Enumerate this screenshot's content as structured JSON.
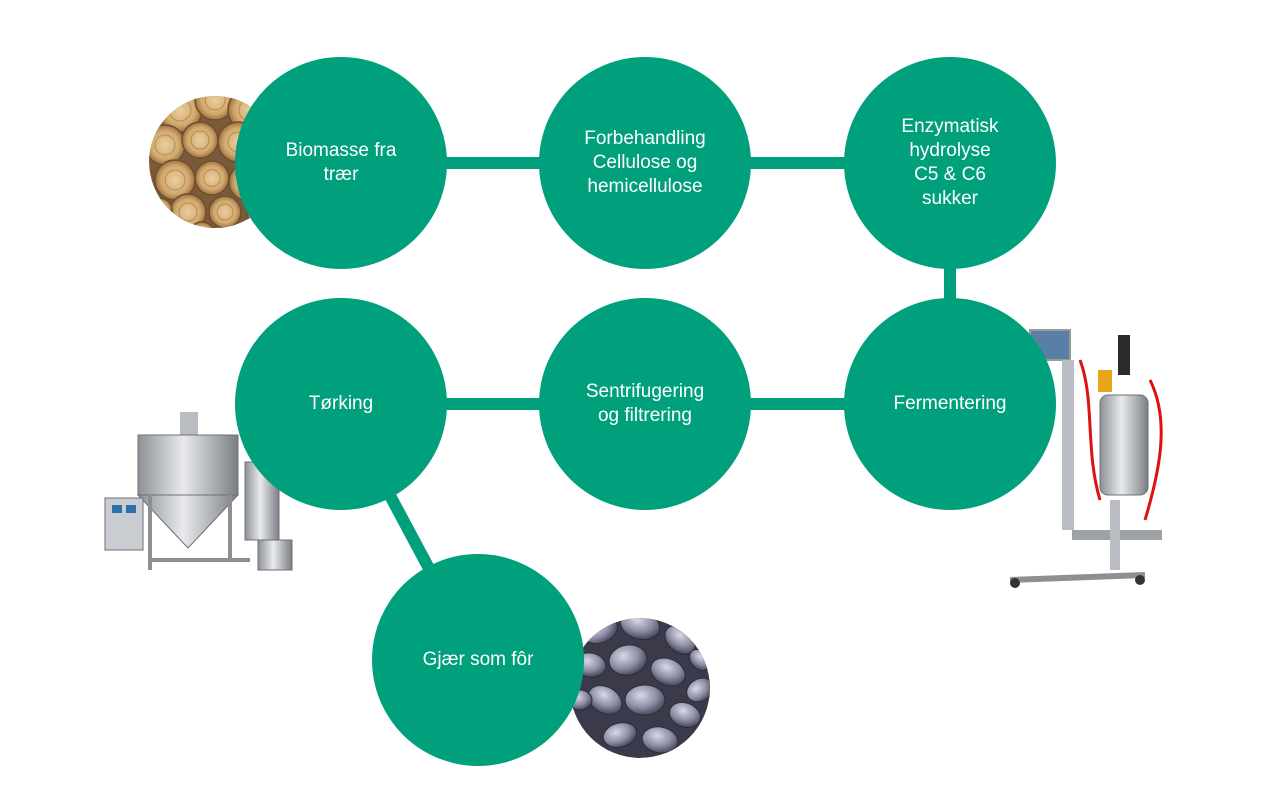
{
  "colors": {
    "node_fill": "#00a07c",
    "connector": "#00a07c",
    "label_text": "#ffffff"
  },
  "nodes": [
    {
      "id": "biomass",
      "label": "Biomasse fra\ntrær"
    },
    {
      "id": "pretreatment",
      "label": "Forbehandling\nCellulose og\nhemicellulose"
    },
    {
      "id": "hydrolysis",
      "label": "Enzymatisk\nhydrolyse\nC5 & C6\nsukker"
    },
    {
      "id": "fermentation",
      "label": "Fermentering"
    },
    {
      "id": "centrifugation",
      "label": "Sentrifugering\nog filtrering"
    },
    {
      "id": "drying",
      "label": "Tørking"
    },
    {
      "id": "yeast-feed",
      "label": "Gjær som fôr"
    }
  ],
  "edges": [
    {
      "from": "biomass",
      "to": "pretreatment"
    },
    {
      "from": "pretreatment",
      "to": "hydrolysis"
    },
    {
      "from": "hydrolysis",
      "to": "fermentation"
    },
    {
      "from": "fermentation",
      "to": "centrifugation"
    },
    {
      "from": "centrifugation",
      "to": "drying"
    },
    {
      "from": "drying",
      "to": "yeast-feed"
    }
  ],
  "illustrations": [
    {
      "name": "wood-logs-photo",
      "near": "biomass"
    },
    {
      "name": "bioreactor-photo",
      "near": "fermentation"
    },
    {
      "name": "spray-dryer-photo",
      "near": "drying"
    },
    {
      "name": "yeast-cells-photo",
      "near": "yeast-feed"
    }
  ]
}
